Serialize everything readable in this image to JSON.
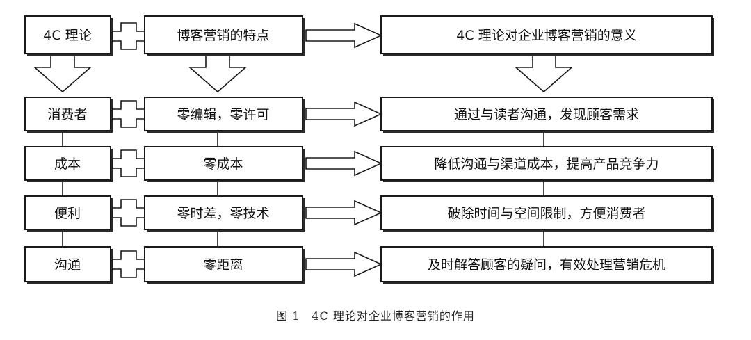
{
  "diagram": {
    "header": {
      "left": "4C 理论",
      "middle": "博客营销的特点",
      "right": "4C 理论对企业博客营销的意义"
    },
    "rows": [
      {
        "left": "消费者",
        "middle": "零编辑，零许可",
        "right": "通过与读者沟通，发现顾客需求"
      },
      {
        "left": "成本",
        "middle": "零成本",
        "right": "降低沟通与渠道成本，提高产品竞争力"
      },
      {
        "left": "便利",
        "middle": "零时差，零技术",
        "right": "破除时间与空间限制，方便消费者"
      },
      {
        "left": "沟通",
        "middle": "零距离",
        "right": "及时解答顾客的疑问，有效处理营销危机"
      }
    ]
  },
  "caption": "图 1　4C 理论对企业博客营销的作用"
}
